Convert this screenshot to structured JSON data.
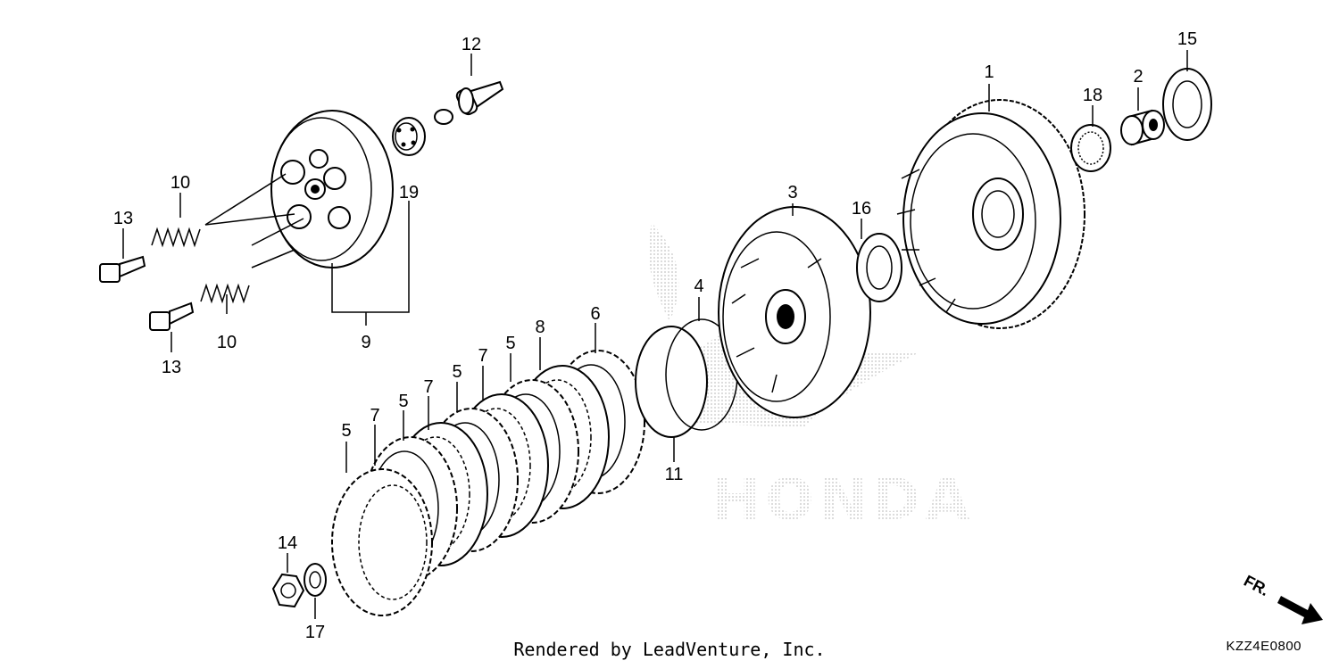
{
  "footer": {
    "rendered_by": "Rendered by LeadVenture, Inc.",
    "diagram_code": "KZZ4E0800"
  },
  "watermark": {
    "text": "HONDA",
    "color": "#c8c8c8"
  },
  "direction_arrow": {
    "label": "FR.",
    "icon": "arrow-down-right-icon"
  },
  "callouts": [
    {
      "id": "callout-1",
      "label": "1"
    },
    {
      "id": "callout-2",
      "label": "2"
    },
    {
      "id": "callout-3",
      "label": "3"
    },
    {
      "id": "callout-4",
      "label": "4"
    },
    {
      "id": "callout-5a",
      "label": "5"
    },
    {
      "id": "callout-5b",
      "label": "5"
    },
    {
      "id": "callout-5c",
      "label": "5"
    },
    {
      "id": "callout-5d",
      "label": "5"
    },
    {
      "id": "callout-6",
      "label": "6"
    },
    {
      "id": "callout-7a",
      "label": "7"
    },
    {
      "id": "callout-7b",
      "label": "7"
    },
    {
      "id": "callout-7c",
      "label": "7"
    },
    {
      "id": "callout-8",
      "label": "8"
    },
    {
      "id": "callout-9",
      "label": "9"
    },
    {
      "id": "callout-10a",
      "label": "10"
    },
    {
      "id": "callout-10b",
      "label": "10"
    },
    {
      "id": "callout-11",
      "label": "11"
    },
    {
      "id": "callout-12",
      "label": "12"
    },
    {
      "id": "callout-13a",
      "label": "13"
    },
    {
      "id": "callout-13b",
      "label": "13"
    },
    {
      "id": "callout-14",
      "label": "14"
    },
    {
      "id": "callout-15",
      "label": "15"
    },
    {
      "id": "callout-16",
      "label": "16"
    },
    {
      "id": "callout-17",
      "label": "17"
    },
    {
      "id": "callout-18",
      "label": "18"
    },
    {
      "id": "callout-19",
      "label": "19"
    }
  ]
}
